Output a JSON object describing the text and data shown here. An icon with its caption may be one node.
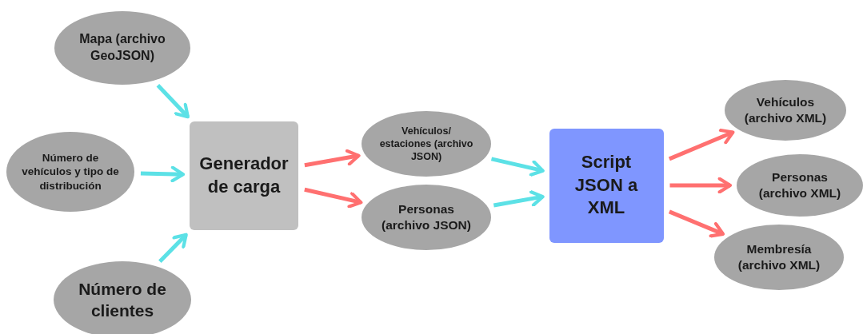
{
  "diagram": {
    "nodes": [
      {
        "text": [
          "Mapa (archivo GeoJSON)"
        ]
      },
      {
        "text": [
          "Número de vehículos y tipo de distribución"
        ]
      },
      {
        "text": [
          "Número de clientes"
        ]
      },
      {
        "text": [
          "Generador de carga"
        ]
      },
      {
        "text": [
          "Vehículos/ estaciones (archivo JSON)"
        ]
      },
      {
        "text": [
          "Personas (archivo JSON)"
        ]
      },
      {
        "text": [
          "Script JSON a XML"
        ]
      },
      {
        "text": [
          "Vehículos (archivo XML)"
        ]
      },
      {
        "text": [
          "Personas (archivo XML)"
        ]
      },
      {
        "text": [
          "Membresía (archivo XML)"
        ]
      }
    ],
    "edges": [
      {
        "from": 0,
        "to": 3,
        "arrow": "to"
      },
      {
        "from": 1,
        "to": 3,
        "arrow": "to"
      },
      {
        "from": 2,
        "to": 3,
        "arrow": "to"
      },
      {
        "from": 3,
        "to": 4,
        "arrow": "to",
        "color": "#ff7070"
      },
      {
        "from": 3,
        "to": 5,
        "arrow": "to",
        "color": "#ff7070"
      },
      {
        "from": 4,
        "to": 6,
        "arrow": "to"
      },
      {
        "from": 5,
        "to": 6,
        "arrow": "to"
      },
      {
        "from": 6,
        "to": 7,
        "arrow": "to",
        "color": "#ff7070"
      },
      {
        "from": 6,
        "to": 8,
        "arrow": "to",
        "color": "#ff7070"
      },
      {
        "from": 6,
        "to": 9,
        "arrow": "to",
        "color": "#ff7070"
      }
    ]
  }
}
